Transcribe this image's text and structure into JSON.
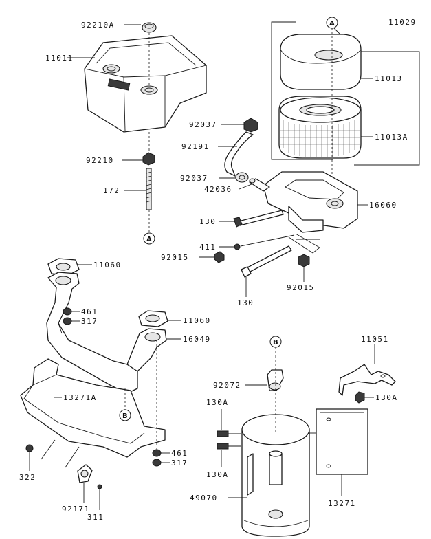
{
  "parts": {
    "p92210A": "92210A",
    "p11011": "11011",
    "p11029": "11029",
    "p11013": "11013",
    "p11013A": "11013A",
    "p92037a": "92037",
    "p92191": "92191",
    "p92210": "92210",
    "p92037b": "92037",
    "p42036": "42036",
    "p16060": "16060",
    "p172": "172",
    "p130a": "130",
    "p411": "411",
    "p92015a": "92015",
    "p92015b": "92015",
    "p130b": "130",
    "p11060a": "11060",
    "p461a": "461",
    "p317a": "317",
    "p11060b": "11060",
    "p16049": "16049",
    "p11051": "11051",
    "p13271A": "13271A",
    "p92072": "92072",
    "p130A1": "130A",
    "p130A2": "130A",
    "p130A3": "130A",
    "p461b": "461",
    "p317b": "317",
    "p322": "322",
    "p92171": "92171",
    "p311": "311",
    "p49070": "49070",
    "p13271": "13271"
  },
  "refs": {
    "A": "A",
    "B": "B"
  }
}
